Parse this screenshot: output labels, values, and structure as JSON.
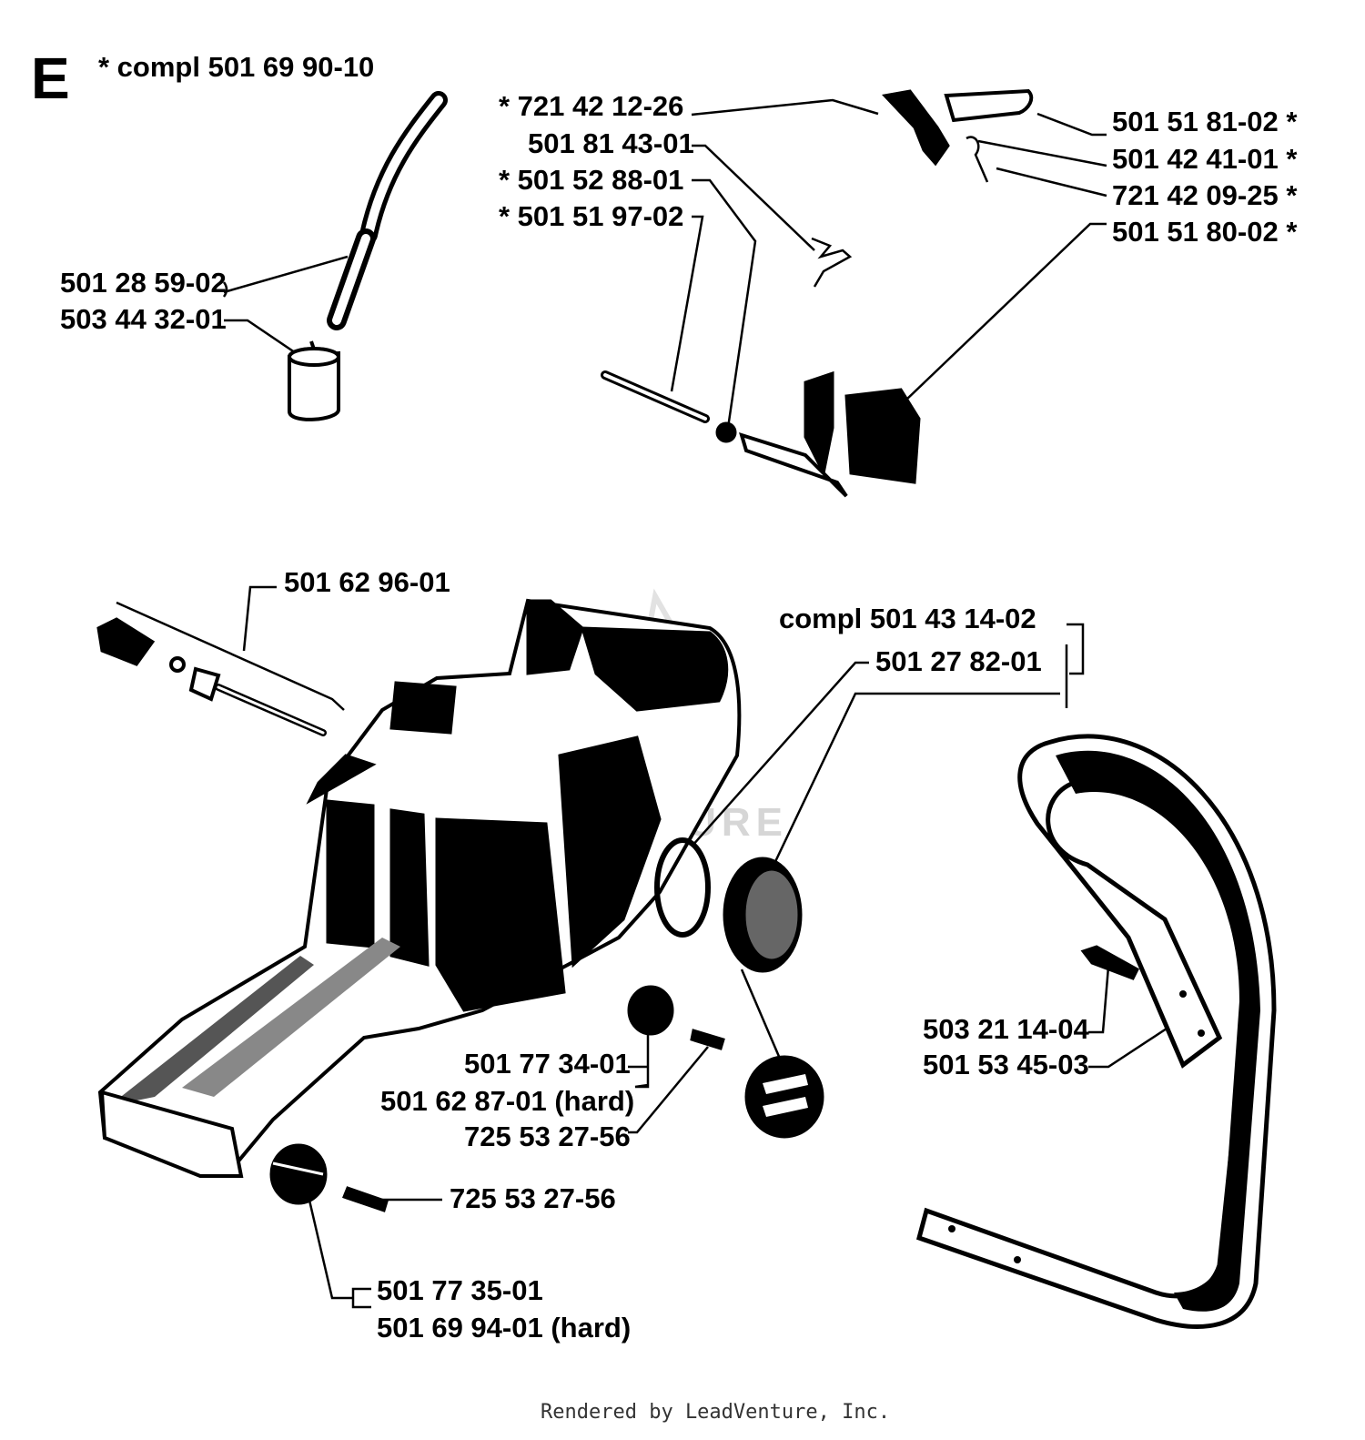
{
  "section_letter": "E",
  "labels": {
    "compl_main": "*  compl 501 69 90-10",
    "p721421226": "*  721 42 12-26",
    "p501814301": "501 81 43-01",
    "p501528801": "*  501 52 88-01",
    "p501519702": "*  501 51 97-02",
    "p501518102": "501 51 81-02  *",
    "p501424101": "501 42 41-01  *",
    "p721420925": "721 42 09-25  *",
    "p501518002": "501 51 80-02  *",
    "p501285902": "501 28 59-02",
    "p503443201": "503 44 32-01",
    "p501629601": "501 62 96-01",
    "compl_tank": "compl 501 43 14-02",
    "p501278201": "501 27 82-01",
    "p501773401": "501 77 34-01",
    "p501628701": "501 62 87-01 (hard)",
    "p725532756a": "725 53 27-56",
    "p725532756b": "725 53 27-56",
    "p501773501": "501 77 35-01",
    "p501699401": "501 69 94-01 (hard)",
    "p503211404": "503 21 14-04",
    "p501534503": "501 53 45-03"
  },
  "watermark": "LEADVENTURE",
  "footer": "Rendered by LeadVenture, Inc."
}
